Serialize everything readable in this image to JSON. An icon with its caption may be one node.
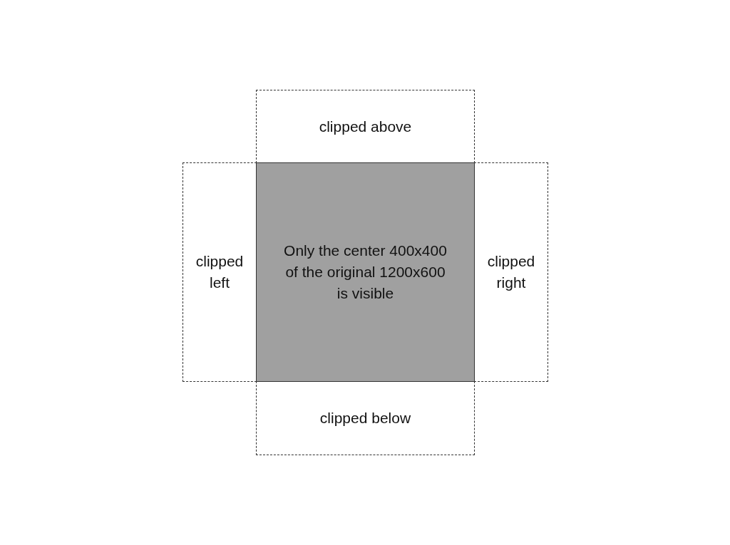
{
  "diagram": {
    "nodes": [
      {
        "text": [
          "clipped above"
        ]
      },
      {
        "text": [
          "clipped left"
        ]
      },
      {
        "text": [
          "Only the center 400x400 of the original 1200x600 is visible"
        ]
      },
      {
        "text": [
          "clipped right"
        ]
      },
      {
        "text": [
          "clipped below"
        ]
      }
    ]
  }
}
